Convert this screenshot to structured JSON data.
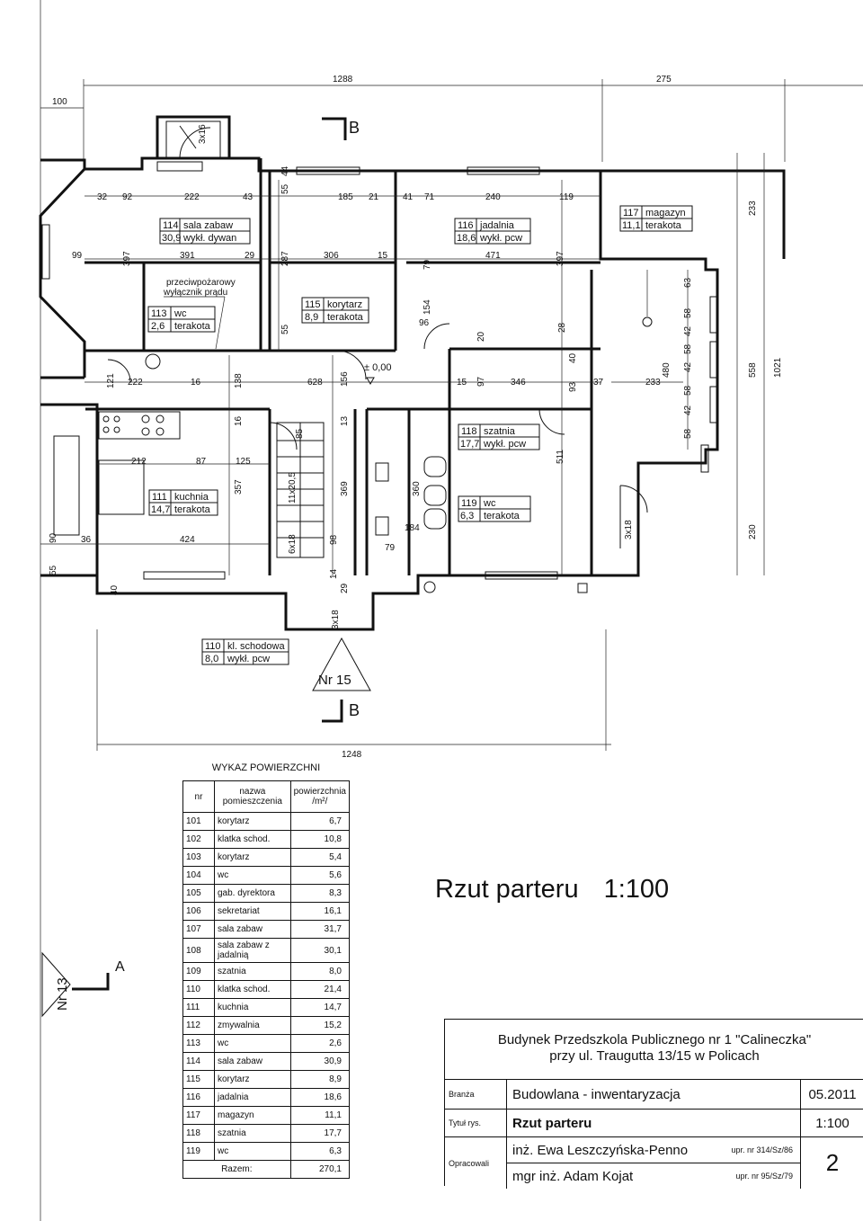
{
  "dimensions": {
    "top_1288": "1288",
    "top_275": "275",
    "left_100": "100",
    "d_32": "32",
    "d_92": "92",
    "d_222a": "222",
    "d_43": "43",
    "d_185": "185",
    "d_21": "21",
    "d_41": "41",
    "d_71": "71",
    "d_240": "240",
    "d_119": "119",
    "d_99": "99",
    "d_391": "391",
    "d_29": "29",
    "d_306": "306",
    "d_15a": "15",
    "d_471": "471",
    "d_222b": "222",
    "d_16a": "16",
    "d_628": "628",
    "d_15b": "15",
    "d_346": "346",
    "d_37": "37",
    "d_233b": "233",
    "d_212": "212",
    "d_87": "87",
    "d_125": "125",
    "d_424": "424",
    "d_36": "36",
    "d_184": "184",
    "d_79": "79",
    "d_96": "96",
    "bottom_1248": "1248",
    "v_233": "233",
    "v_558": "558",
    "v_1021": "1021",
    "v_230": "230",
    "v_480": "480",
    "v_511": "511",
    "v_397a": "397",
    "v_397b": "397",
    "v_287": "287",
    "v_55a": "55",
    "v_44": "44",
    "v_55b": "55",
    "v_138": "138",
    "v_16b": "16",
    "v_357": "357",
    "v_85": "85",
    "v_369": "369",
    "v_13": "13",
    "v_360": "360",
    "v_98": "98",
    "v_14": "14",
    "v_29": "29",
    "v_93": "93",
    "v_40a": "40",
    "v_28": "28",
    "v_20": "20",
    "v_97": "97",
    "v_90": "90",
    "v_55c": "55",
    "v_40b": "40",
    "v_121": "121",
    "v_156": "156",
    "v_154": "154",
    "v_79b": "79",
    "stair_top": "11x20,5",
    "stair_mid": "6x18",
    "stair_3x18a": "3x18",
    "stair_3x18b": "3x18",
    "stair_3x16": "3x16",
    "bay_63": "63",
    "bay_58a": "58",
    "bay_42a": "42",
    "bay_58b": "58",
    "bay_42b": "42",
    "bay_58c": "58",
    "bay_42c": "42",
    "bay_58d": "58"
  },
  "level_mark": "± 0,00",
  "section_label": "B",
  "section_a_label": "A",
  "neighbor_left": "Nr 13",
  "neighbor_below": "Nr 15",
  "fire_switch": [
    "przeciwpożarowy",
    "wyłącznik prądu"
  ],
  "rooms": [
    {
      "nr": "114",
      "name": "sala zabaw",
      "area": "30,9",
      "finish": "wykł. dywan"
    },
    {
      "nr": "116",
      "name": "jadalnia",
      "area": "18,6",
      "finish": "wykł. pcw"
    },
    {
      "nr": "117",
      "name": "magazyn",
      "area": "11,1",
      "finish": "terakota"
    },
    {
      "nr": "113",
      "name": "wc",
      "area": "2,6",
      "finish": "terakota"
    },
    {
      "nr": "115",
      "name": "korytarz",
      "area": "8,9",
      "finish": "terakota"
    },
    {
      "nr": "111",
      "name": "kuchnia",
      "area": "14,7",
      "finish": "terakota"
    },
    {
      "nr": "118",
      "name": "szatnia",
      "area": "17,7",
      "finish": "wykł. pcw"
    },
    {
      "nr": "119",
      "name": "wc",
      "area": "6,3",
      "finish": "terakota"
    },
    {
      "nr": "110",
      "name": "kl. schodowa",
      "area": "8,0",
      "finish": "wykł. pcw"
    }
  ],
  "area_table": {
    "title": "WYKAZ POWIERZCHNI",
    "headers": [
      "nr",
      "nazwa pomieszczenia",
      "powierzchnia /m²/"
    ],
    "rows": [
      [
        "101",
        "korytarz",
        "6,7"
      ],
      [
        "102",
        "klatka schod.",
        "10,8"
      ],
      [
        "103",
        "korytarz",
        "5,4"
      ],
      [
        "104",
        "wc",
        "5,6"
      ],
      [
        "105",
        "gab. dyrektora",
        "8,3"
      ],
      [
        "106",
        "sekretariat",
        "16,1"
      ],
      [
        "107",
        "sala zabaw",
        "31,7"
      ],
      [
        "108",
        "sala zabaw z jadalnią",
        "30,1"
      ],
      [
        "109",
        "szatnia",
        "8,0"
      ],
      [
        "110",
        "klatka schod.",
        "21,4"
      ],
      [
        "111",
        "kuchnia",
        "14,7"
      ],
      [
        "112",
        "zmywalnia",
        "15,2"
      ],
      [
        "113",
        "wc",
        "2,6"
      ],
      [
        "114",
        "sala zabaw",
        "30,9"
      ],
      [
        "115",
        "korytarz",
        "8,9"
      ],
      [
        "116",
        "jadalnia",
        "18,6"
      ],
      [
        "117",
        "magazyn",
        "11,1"
      ],
      [
        "118",
        "szatnia",
        "17,7"
      ],
      [
        "119",
        "wc",
        "6,3"
      ]
    ],
    "total_label": "Razem:",
    "total_value": "270,1"
  },
  "drawing_title": {
    "name": "Rzut parteru",
    "scale": "1:100"
  },
  "title_block": {
    "building_line1": "Budynek Przedszkola Publicznego nr 1 \"Calineczka\"",
    "building_line2": "przy ul. Traugutta 13/15 w Policach",
    "branza_label": "Branża",
    "branza_value": "Budowlana - inwentaryzacja",
    "date": "05.2011",
    "tytul_label": "Tytuł rys.",
    "tytul_value": "Rzut parteru",
    "scale": "1:100",
    "opracowali_label": "Opracowali",
    "author1": "inż. Ewa Leszczyńska-Penno",
    "author1_perm": "upr. nr 314/Sz/86",
    "author2": "mgr inż. Adam Kojat",
    "author2_perm": "upr. nr 95/Sz/79",
    "sheet": "2"
  }
}
